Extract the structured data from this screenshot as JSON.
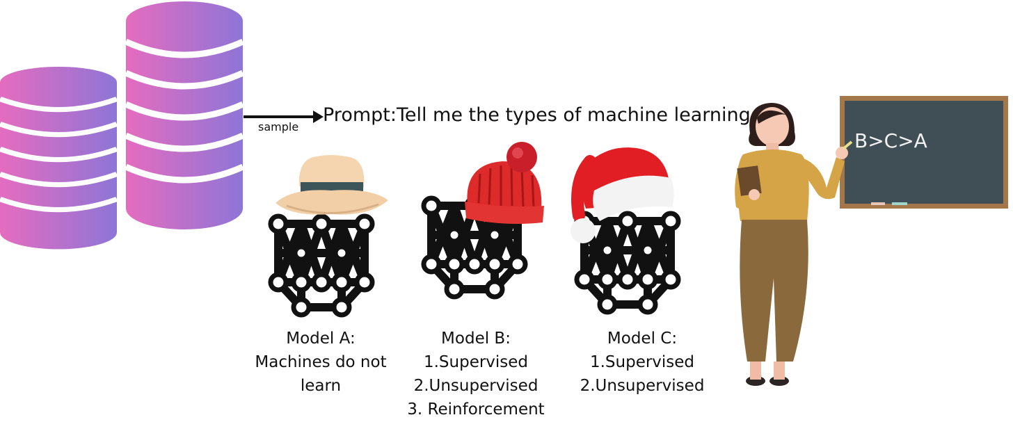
{
  "prompt_text": "Prompt:Tell me the types of machine learning",
  "arrow_label": "sample",
  "blackboard_text": "B>C>A",
  "models": [
    {
      "title": "Model A:",
      "lines": [
        "Machines do not",
        "learn"
      ],
      "hat": "fedora-hat-icon"
    },
    {
      "title": "Model B:",
      "lines": [
        "1.Supervised",
        "2.Unsupervised",
        "3. Reinforcement"
      ],
      "hat": "beanie-hat-icon"
    },
    {
      "title": "Model C:",
      "lines": [
        "1.Supervised",
        "2.Unsupervised"
      ],
      "hat": "santa-hat-icon"
    }
  ],
  "colors": {
    "db_gradient_start": "#e56cbf",
    "db_gradient_end": "#2f80f0",
    "blackboard": "#3f4f55",
    "board_frame": "#a4774a",
    "teacher_sweater": "#d4a447",
    "teacher_pants": "#8a6a3c"
  }
}
